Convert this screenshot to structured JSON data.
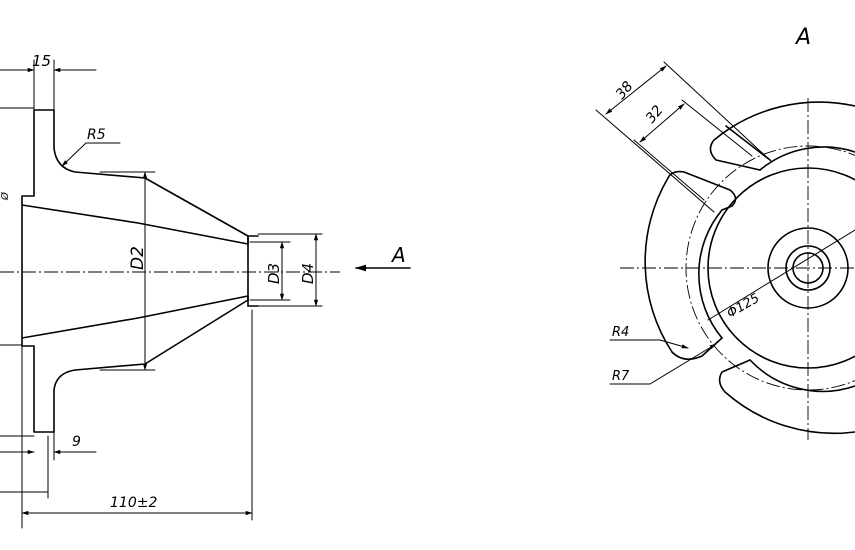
{
  "view_label_top": "A",
  "view_arrow_label": "A",
  "dims": {
    "d15": "15",
    "r5": "R5",
    "d9": "9",
    "d110": "110±2",
    "D2": "D2",
    "D3": "D3",
    "D4": "D4",
    "d38": "38",
    "d32": "32",
    "r4": "R4",
    "r7": "R7",
    "phi125": "Φ125"
  }
}
